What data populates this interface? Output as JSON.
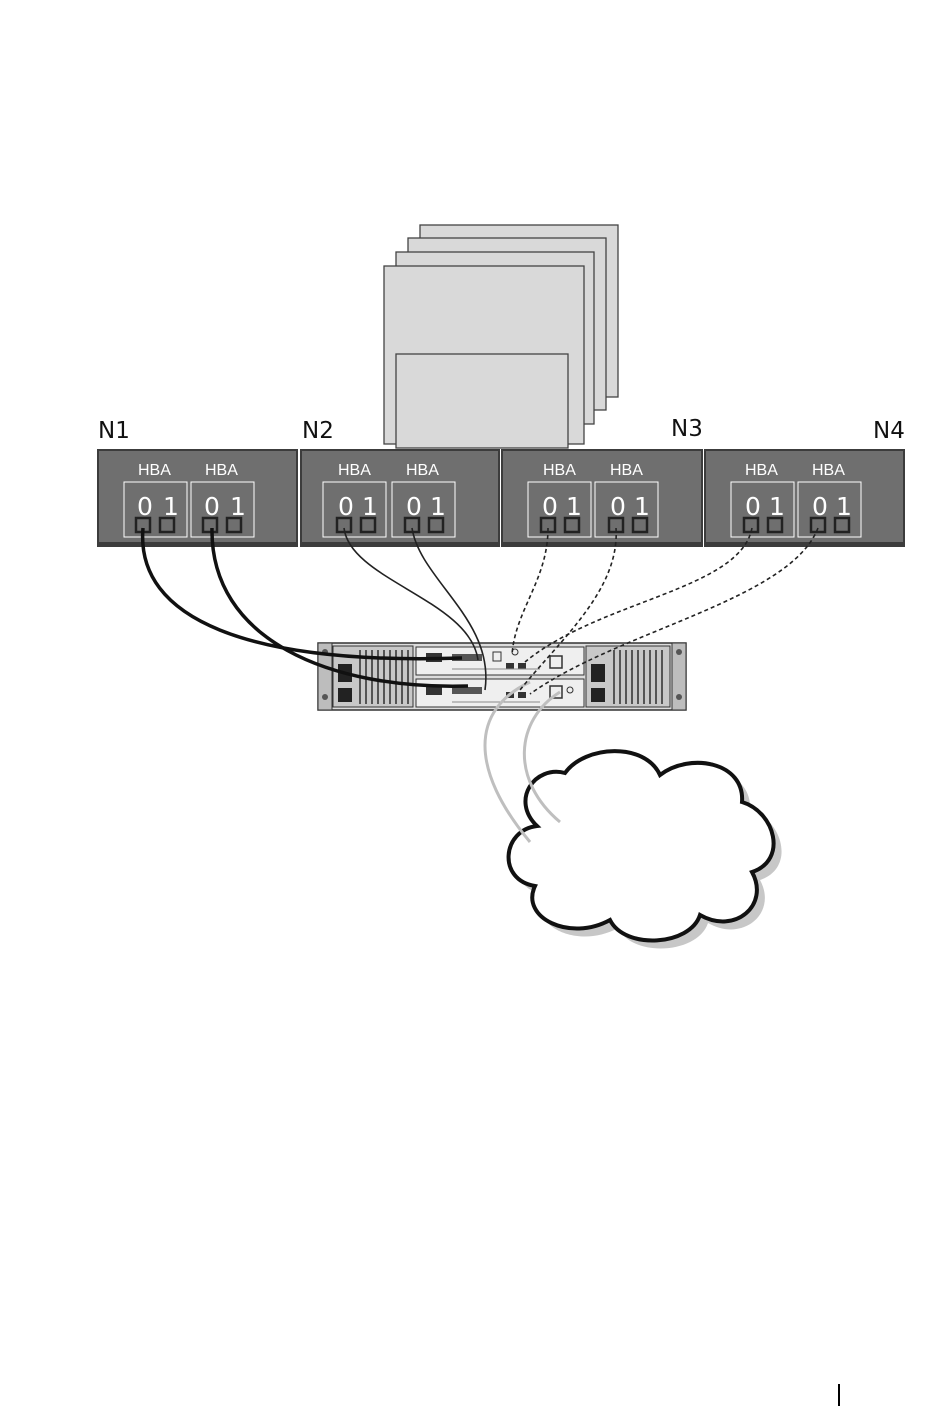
{
  "colors": {
    "page": "#ffffff",
    "node_body": "#6f6f6f",
    "node_shadow": "#3c3c3c",
    "stack_page": "#d9d9d9",
    "cable_sas": "#111111",
    "cable_network": "#bfbfbf"
  },
  "hba": {
    "label": "HBA",
    "port_0": "0",
    "port_1": "1"
  },
  "nodes": [
    {
      "id": "n1",
      "label": "N1",
      "cable_style": "thick-solid"
    },
    {
      "id": "n2",
      "label": "N2",
      "cable_style": "thin-solid"
    },
    {
      "id": "n3",
      "label": "N3",
      "cable_style": "dashed"
    },
    {
      "id": "n4",
      "label": "N4",
      "cable_style": "dashed"
    }
  ],
  "icons": {
    "clients": "stacked-clients-icon",
    "storage": "storage-array-icon",
    "network": "network-cloud-icon"
  }
}
